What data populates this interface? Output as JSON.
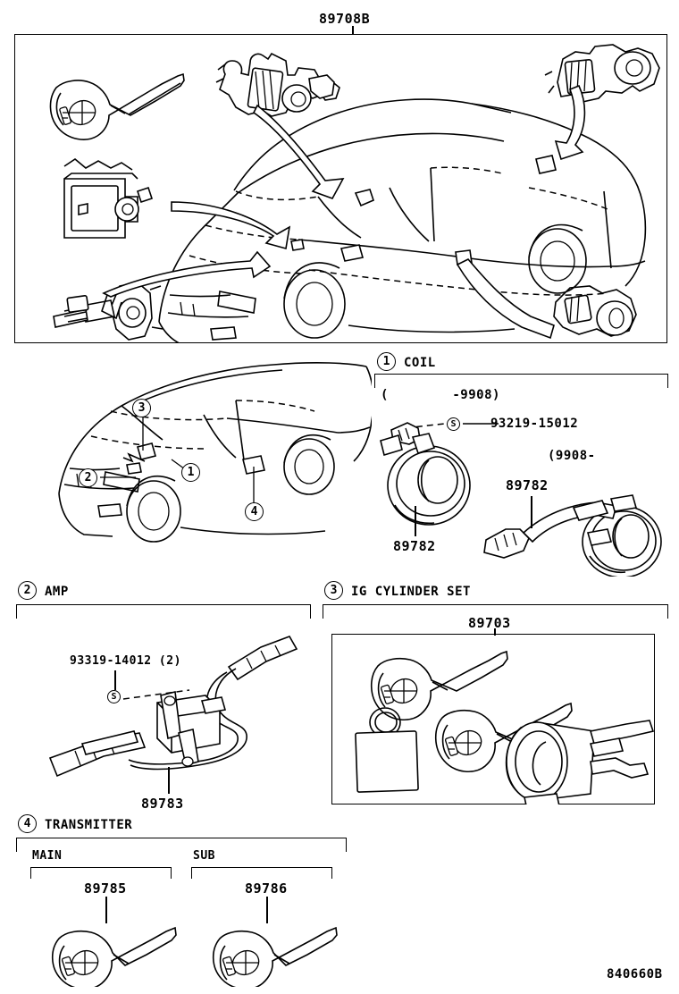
{
  "diagram": {
    "top_part_number": "89708B",
    "drawing_code": "840660B"
  },
  "callouts": [
    {
      "num": "1",
      "label": "COIL"
    },
    {
      "num": "2",
      "label": "AMP"
    },
    {
      "num": "3",
      "label": "IG CYLINDER SET"
    },
    {
      "num": "4",
      "label": "TRANSMITTER"
    }
  ],
  "car_overview": {
    "marker_1": "1",
    "marker_2": "2",
    "marker_3": "3",
    "marker_4": "4"
  },
  "section_coil": {
    "callout_num": "1",
    "title": "COIL",
    "range_early": "(        -9908)",
    "range_late": "(9908-           )",
    "screw_symbol": "S",
    "screw_part": "93219-15012",
    "part_early": "89782",
    "part_late": "89782"
  },
  "section_amp": {
    "callout_num": "2",
    "title": "AMP",
    "screw_symbol": "S",
    "screw_part": "93319-14012 (2)",
    "part": "89783"
  },
  "section_ig_cylinder": {
    "callout_num": "3",
    "title": "IG CYLINDER SET",
    "part": "89703"
  },
  "section_transmitter": {
    "callout_num": "4",
    "title": "TRANSMITTER",
    "groups": [
      {
        "name": "MAIN",
        "part": "89785"
      },
      {
        "name": "SUB",
        "part": "89786"
      }
    ]
  },
  "colors": {
    "ink": "#000000",
    "paper": "#ffffff"
  }
}
